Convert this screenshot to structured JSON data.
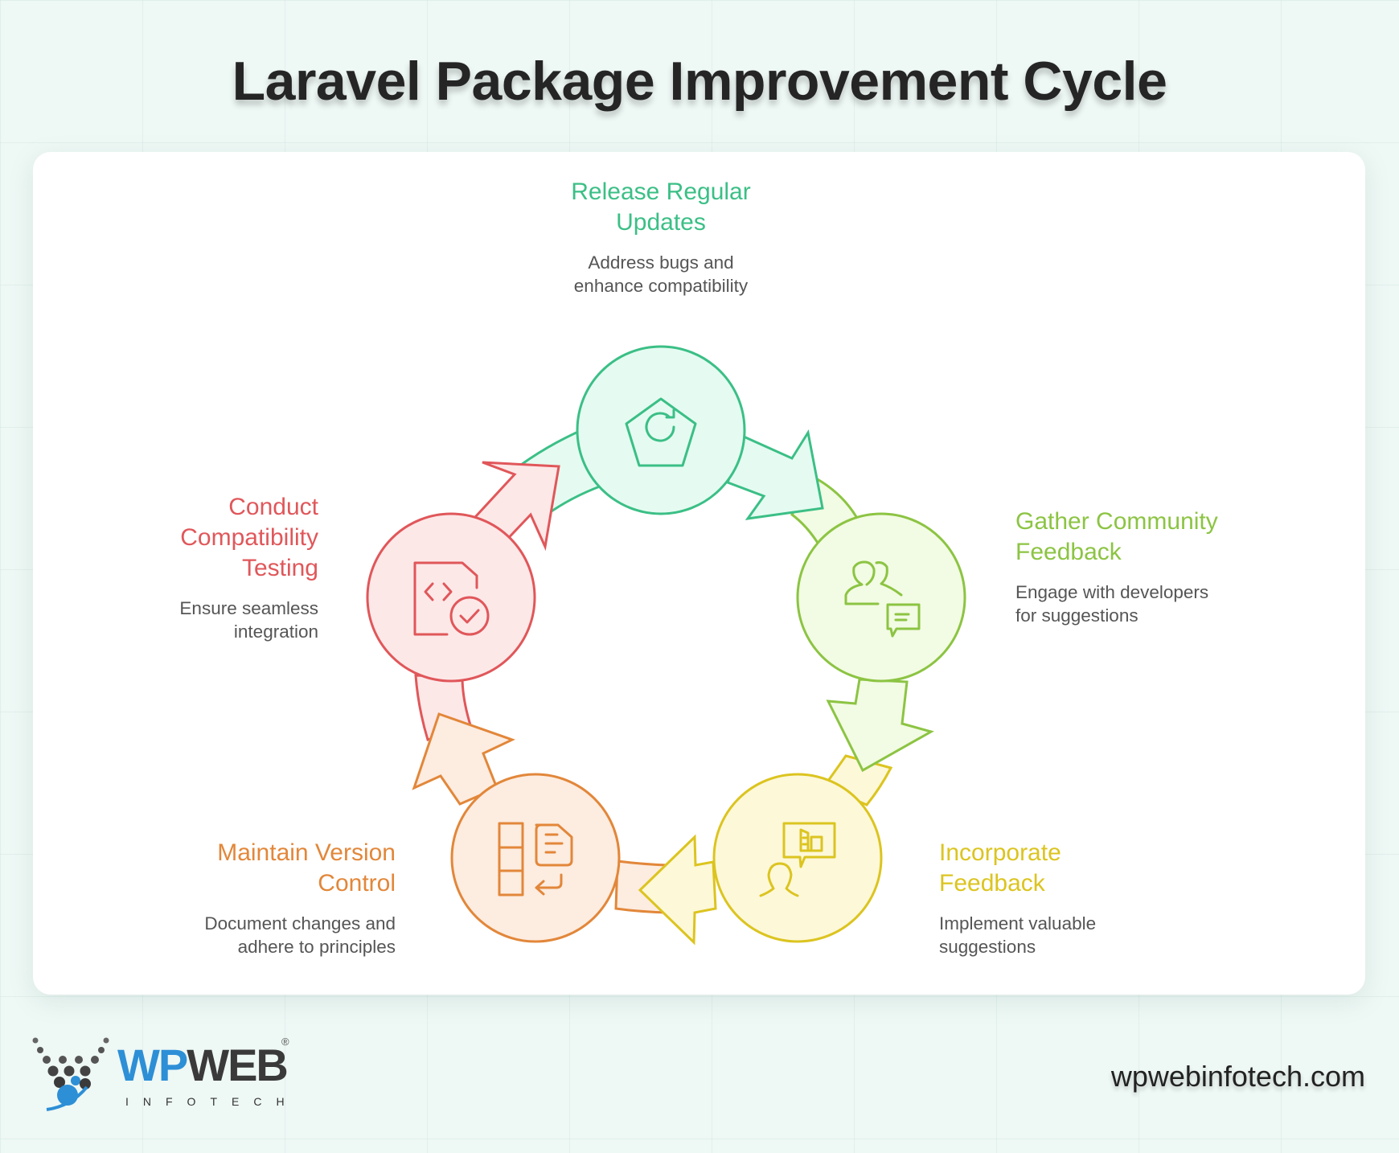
{
  "title": "Laravel Package Improvement Cycle",
  "colors": {
    "green": "#3bbf86",
    "lime": "#8cc443",
    "yellow": "#dcc420",
    "orange": "#e2873a",
    "red": "#e0575a",
    "title": "#252525",
    "desc": "#555555"
  },
  "steps": [
    {
      "title_line1": "Release Regular",
      "title_line2": "Updates",
      "desc_line1": "Address bugs and",
      "desc_line2": "enhance compatibility",
      "icon": "pentagon-refresh-icon",
      "color": "green"
    },
    {
      "title_line1": "Gather Community",
      "title_line2": "Feedback",
      "desc_line1": "Engage with developers",
      "desc_line2": "for suggestions",
      "icon": "users-chat-icon",
      "color": "lime"
    },
    {
      "title_line1": "Incorporate",
      "title_line2": "Feedback",
      "desc_line1": "Implement valuable",
      "desc_line2": "suggestions",
      "icon": "person-speech-book-icon",
      "color": "yellow"
    },
    {
      "title_line1": "Maintain Version",
      "title_line2": "Control",
      "desc_line1": "Document changes and",
      "desc_line2": "adhere to principles",
      "icon": "version-document-return-icon",
      "color": "orange"
    },
    {
      "title_line1": "Conduct",
      "title_line2": "Compatibility",
      "title_line3": "Testing",
      "desc_line1": "Ensure seamless",
      "desc_line2": "integration",
      "icon": "code-file-check-icon",
      "color": "red"
    }
  ],
  "footer": {
    "logo_wp": "WP",
    "logo_web": "WEB",
    "logo_reg": "®",
    "logo_sub": "INFOTECH",
    "website": "wpwebinfotech.com"
  }
}
